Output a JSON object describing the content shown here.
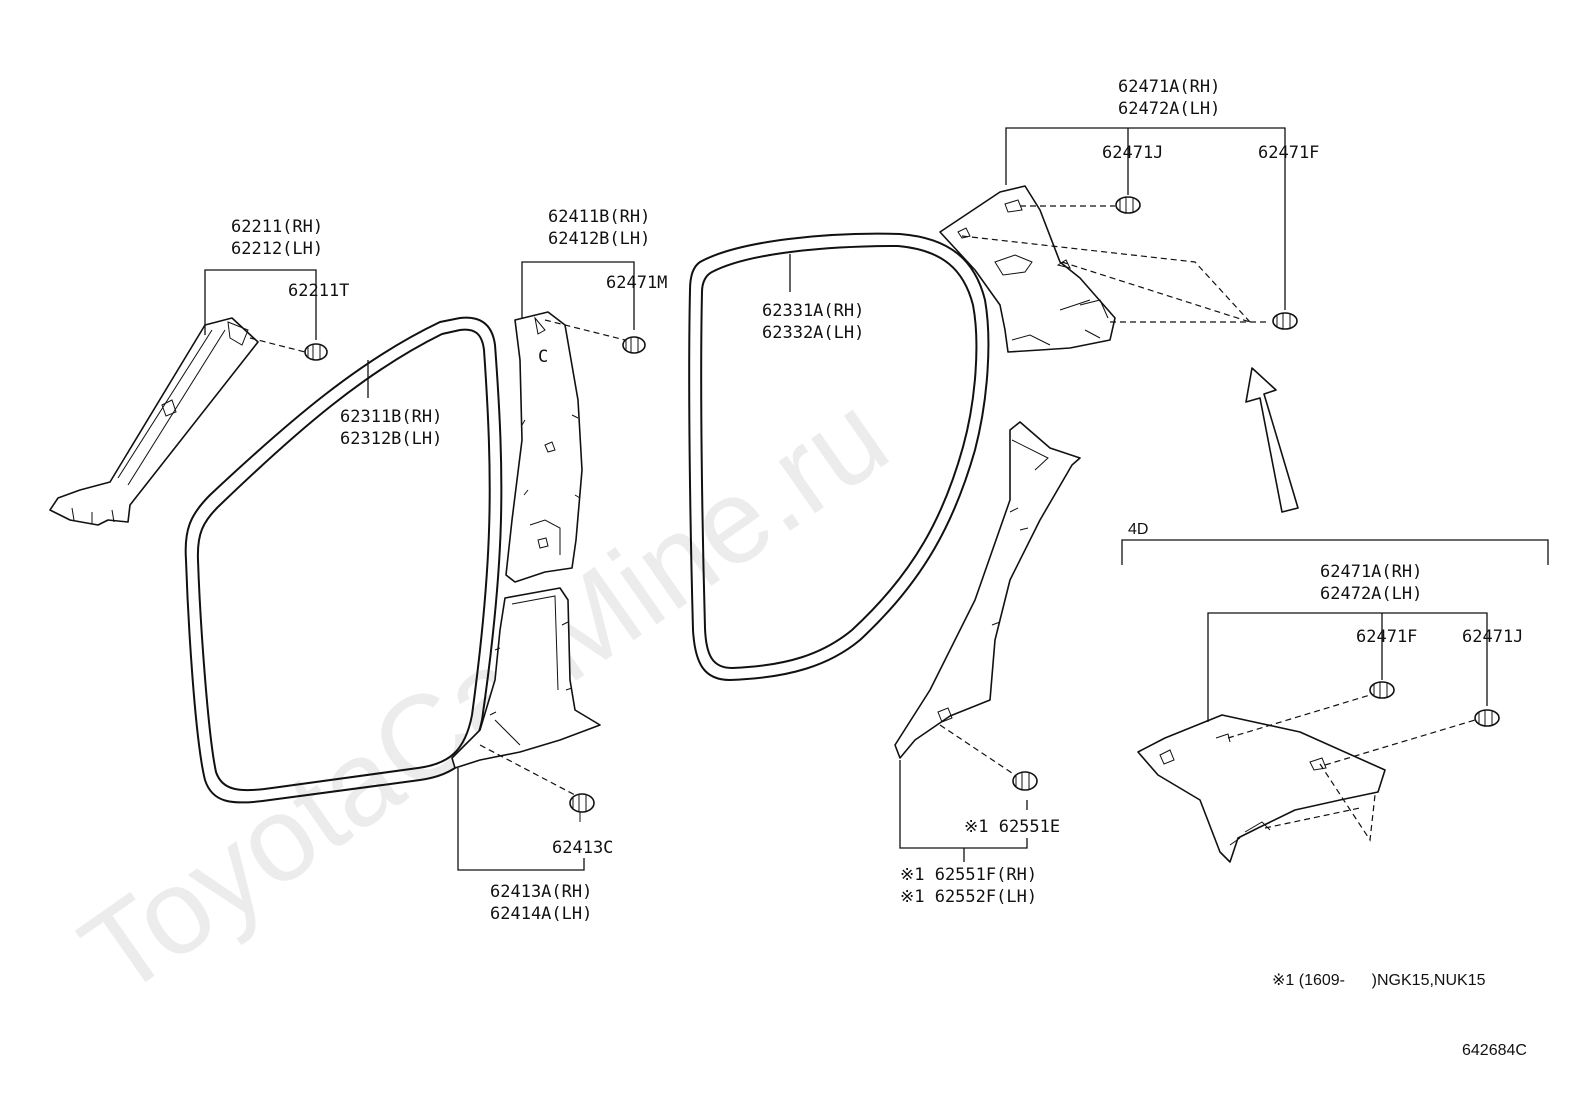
{
  "watermark": "ToyotaCarMine.ru",
  "labels": {
    "a_pillar_rh": "62211(RH)",
    "a_pillar_lh": "62212(LH)",
    "a_pillar_clip": "62211T",
    "front_door_seal_rh": "62311B(RH)",
    "front_door_seal_lh": "62312B(LH)",
    "center_pillar_upper_rh": "62411B(RH)",
    "center_pillar_upper_lh": "62412B(LH)",
    "center_pillar_clip": "62471M",
    "center_pillar_lower_clip": "62413C",
    "center_pillar_lower_rh": "62413A(RH)",
    "center_pillar_lower_lh": "62414A(LH)",
    "rear_door_seal_rh": "62331A(RH)",
    "rear_door_seal_lh": "62332A(LH)",
    "quarter_trim_rh": "62471A(RH)",
    "quarter_trim_lh": "62472A(LH)",
    "quarter_clip_j": "62471J",
    "quarter_clip_f": "62471F",
    "variant": "4D",
    "quarter4d_trim_rh": "62471A(RH)",
    "quarter4d_trim_lh": "62472A(LH)",
    "quarter4d_clip_f": "62471F",
    "quarter4d_clip_j": "62471J",
    "scuff_clip": "※1 62551E",
    "scuff_rh": "※1 62551F(RH)",
    "scuff_lh": "※1 62552F(LH)",
    "footnote": "※1 (1609-      )NGK15,NUK15",
    "figure_code": "642684C"
  }
}
